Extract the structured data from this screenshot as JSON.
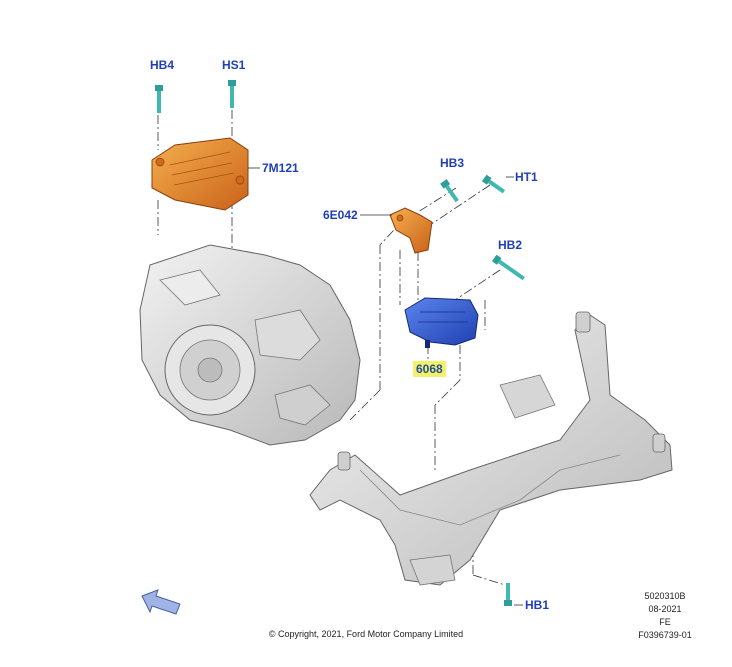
{
  "callouts": {
    "hb4": "HB4",
    "hs1": "HS1",
    "m7121": "7M121",
    "hb3": "HB3",
    "ht1": "HT1",
    "e6042": "6E042",
    "hb2": "HB2",
    "p6068": "6068",
    "hb1": "HB1"
  },
  "meta": {
    "ref1": "5020310B",
    "date": "08-2021",
    "code": "FE",
    "figure": "F0396739-01"
  },
  "copyright": "© Copyright, 2021, Ford Motor Company Limited",
  "colors": {
    "callout_text": "#1f3fb8",
    "highlight": "#f4f06a",
    "orange_part": "#e8852a",
    "blue_part": "#2f5fd6",
    "bolt": "#3fb8b0",
    "grey_part": "#d9d9d9",
    "front_arrow": "#9fb3e6"
  },
  "icons": {
    "front_arrow": "front-direction-arrow-icon"
  }
}
